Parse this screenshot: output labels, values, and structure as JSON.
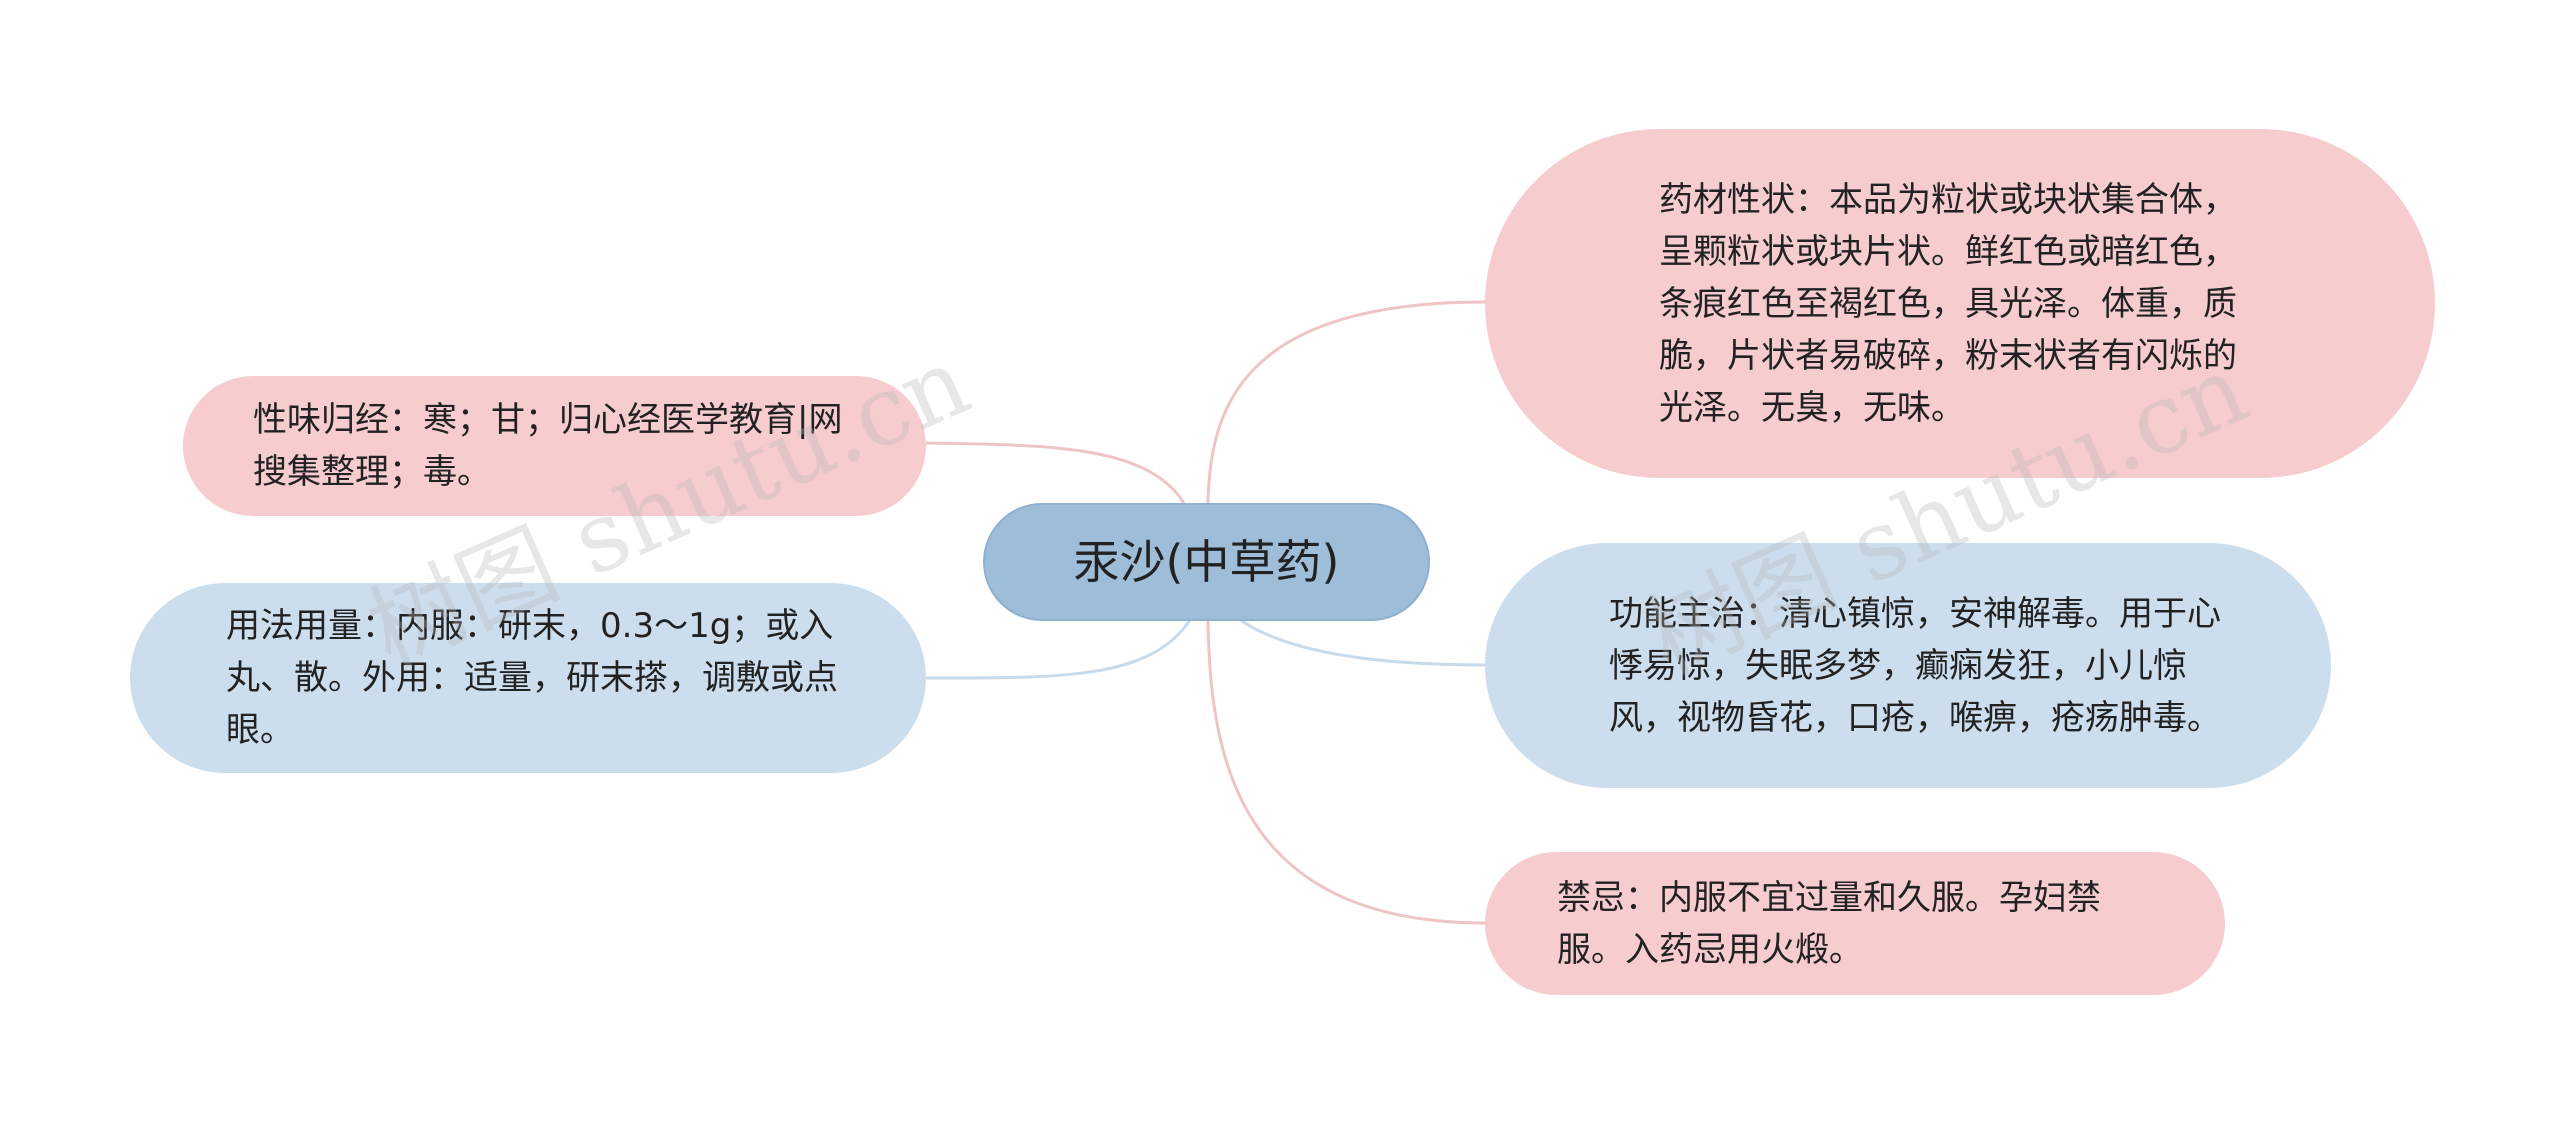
{
  "mindmap": {
    "root": {
      "label": "汞沙(中草药)"
    },
    "branches": [
      {
        "id": "nature",
        "text": "性味归经：寒；甘；归心经医学教育|网搜集整理；毒。",
        "color": "pink",
        "side": "left"
      },
      {
        "id": "usage",
        "text": "用法用量：内服：研末，0.3～1g；或入丸、散。外用：适量，研末搽，调敷或点眼。",
        "color": "blue",
        "side": "left"
      },
      {
        "id": "property",
        "text": "药材性状：本品为粒状或块状集合体，呈颗粒状或块片状。鲜红色或暗红色，条痕红色至褐红色，具光泽。体重，质脆，片状者易破碎，粉末状者有闪烁的光泽。无臭，无味。",
        "color": "pink",
        "side": "right"
      },
      {
        "id": "function",
        "text": "功能主治：清心镇惊，安神解毒。用于心悸易惊，失眠多梦，癫痫发狂，小儿惊风，视物昏花，口疮，喉痹，疮疡肿毒。",
        "color": "blue",
        "side": "right"
      },
      {
        "id": "taboo",
        "text": "禁忌：内服不宜过量和久服。孕妇禁服。入药忌用火煅。",
        "color": "pink",
        "side": "right"
      }
    ]
  },
  "colors": {
    "pink": "#f6ccce",
    "blue": "#ccdeed",
    "center": "#9dbdd9",
    "pink_line": "#efc4c6",
    "blue_line": "#c7dbec"
  },
  "watermarks": [
    "树图 shutu.cn",
    "树图 shutu.cn"
  ]
}
